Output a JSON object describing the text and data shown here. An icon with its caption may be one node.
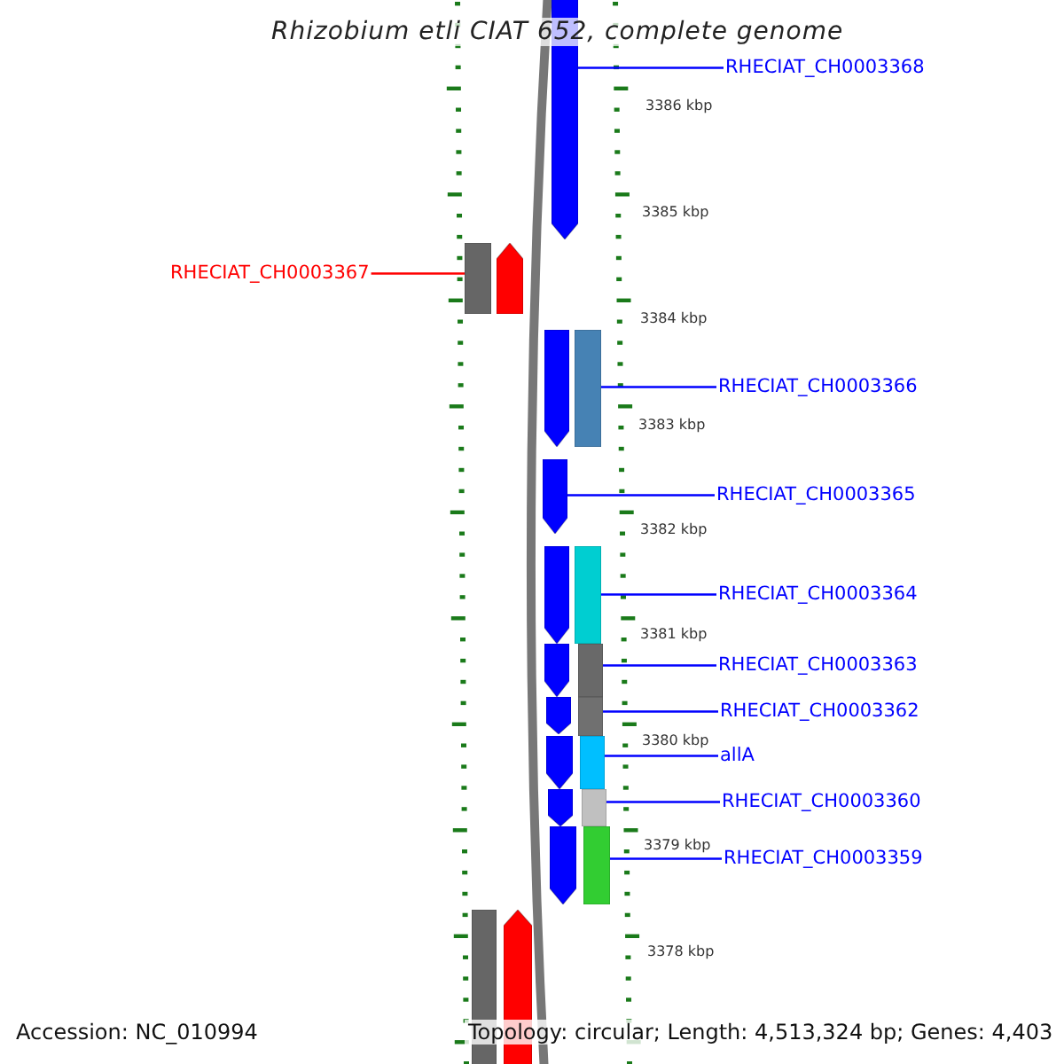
{
  "diagram": {
    "title": "Rhizobium etli CIAT 652, complete genome",
    "nodes": [
      {
        "text": [
          "RHECIAT_CH0003368"
        ]
      },
      {
        "text": [],
        "shape": "arrow"
      },
      {
        "text": [
          "RHECIAT_CH0003367"
        ]
      },
      {
        "text": [],
        "shape": "bar"
      },
      {
        "text": [
          "RHECIAT_CH0003366"
        ]
      },
      {
        "text": [],
        "shape": "bar"
      },
      {
        "text": [
          "RHECIAT_CH0003365"
        ]
      },
      {
        "text": [],
        "shape": "arrow"
      },
      {
        "text": [
          "RHECIAT_CH0003364"
        ]
      },
      {
        "text": [],
        "shape": "bar"
      },
      {
        "text": [
          "RHECIAT_CH0003363"
        ]
      },
      {
        "text": [],
        "shape": "bar"
      },
      {
        "text": [
          "RHECIAT_CH0003362"
        ]
      },
      {
        "text": [],
        "shape": "bar"
      },
      {
        "text": [
          "allA"
        ]
      },
      {
        "text": [],
        "shape": "bar"
      },
      {
        "text": [
          "RHECIAT_CH0003360"
        ]
      },
      {
        "text": [],
        "shape": "bar"
      },
      {
        "text": [
          "RHECIAT_CH0003359"
        ]
      },
      {
        "text": [],
        "shape": "bar"
      },
      {
        "text": [],
        "shape": "arrow"
      },
      {
        "text": [],
        "shape": "arrow"
      },
      {
        "text": [],
        "shape": "arrow"
      },
      {
        "text": [],
        "shape": "arrow"
      },
      {
        "text": [],
        "shape": "arrow"
      },
      {
        "text": [],
        "shape": "arrow"
      },
      {
        "text": [],
        "shape": "arrow"
      },
      {
        "text": [],
        "shape": "arrow"
      },
      {
        "text": [],
        "shape": "bar"
      },
      {
        "text": [],
        "shape": "arrow"
      }
    ],
    "edges": [
      {
        "from": 0,
        "to": 1,
        "arrow": "none"
      },
      {
        "from": 2,
        "to": 3,
        "arrow": "none",
        "color": "#ff0000"
      },
      {
        "from": 4,
        "to": 5,
        "arrow": "none"
      },
      {
        "from": 6,
        "to": 7,
        "arrow": "none"
      },
      {
        "from": 8,
        "to": 9,
        "arrow": "none"
      },
      {
        "from": 10,
        "to": 11,
        "arrow": "none"
      },
      {
        "from": 12,
        "to": 13,
        "arrow": "none"
      },
      {
        "from": 14,
        "to": 15,
        "arrow": "none"
      },
      {
        "from": 16,
        "to": 17,
        "arrow": "none"
      },
      {
        "from": 18,
        "to": 19,
        "arrow": "none"
      }
    ],
    "labels": [
      "3386 kbp",
      "3385 kbp",
      "3384 kbp",
      "3383 kbp",
      "3382 kbp",
      "3381 kbp",
      "3380 kbp",
      "3379 kbp",
      "3378 kbp",
      "Accession: NC_010994",
      "Topology: circular; Length: 4,513,324 bp; Genes: 4,403"
    ]
  }
}
